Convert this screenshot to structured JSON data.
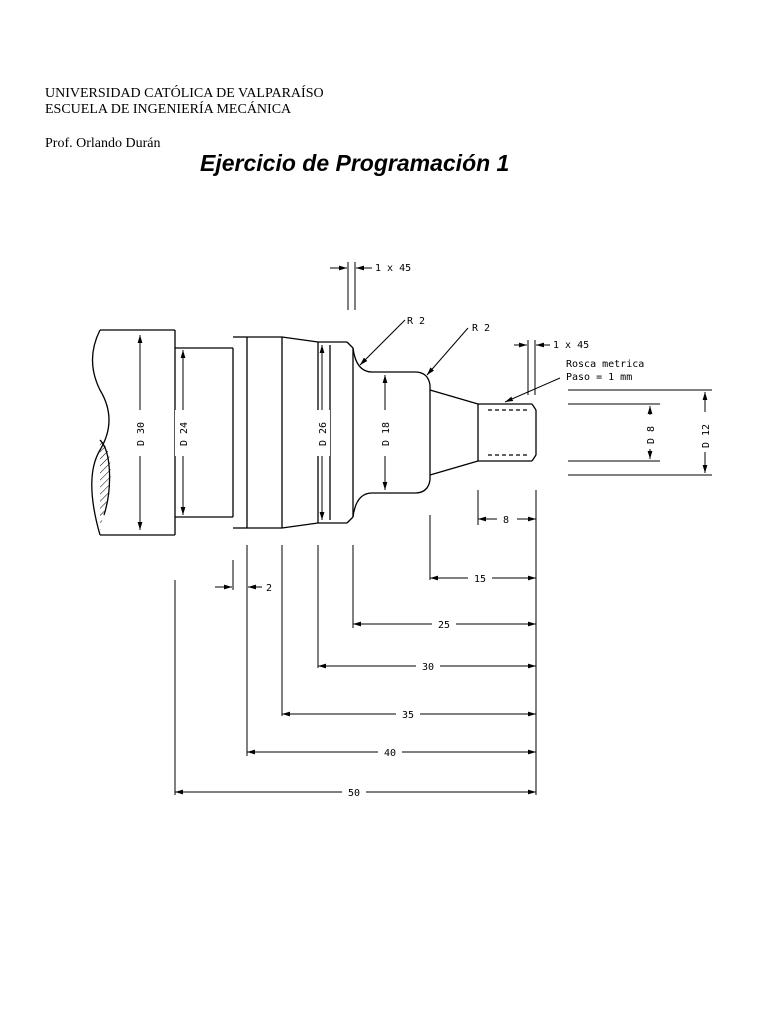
{
  "header": {
    "university": "UNIVERSIDAD CATÓLICA DE VALPARAÍSO",
    "school": "ESCUELA DE INGENIERÍA MECÁNICA",
    "professor": "Prof. Orlando Durán"
  },
  "title": "Ejercicio de Programación 1",
  "drawing": {
    "diameters": {
      "d30": "D 30",
      "d24": "D 24",
      "d26": "D 26",
      "d18": "D 18",
      "d8": "D 8",
      "d12": "D 12"
    },
    "radii": {
      "r_left": "R 2",
      "r_right": "R 2"
    },
    "chamfers": {
      "left": "1 x 45",
      "right": "1 x 45"
    },
    "thread_note": {
      "line1": "Rosca metrica",
      "line2": "Paso = 1 mm"
    },
    "lengths": {
      "l2": "2",
      "l8": "8",
      "l15": "15",
      "l25": "25",
      "l30": "30",
      "l35": "35",
      "l40": "40",
      "l50": "50"
    }
  }
}
